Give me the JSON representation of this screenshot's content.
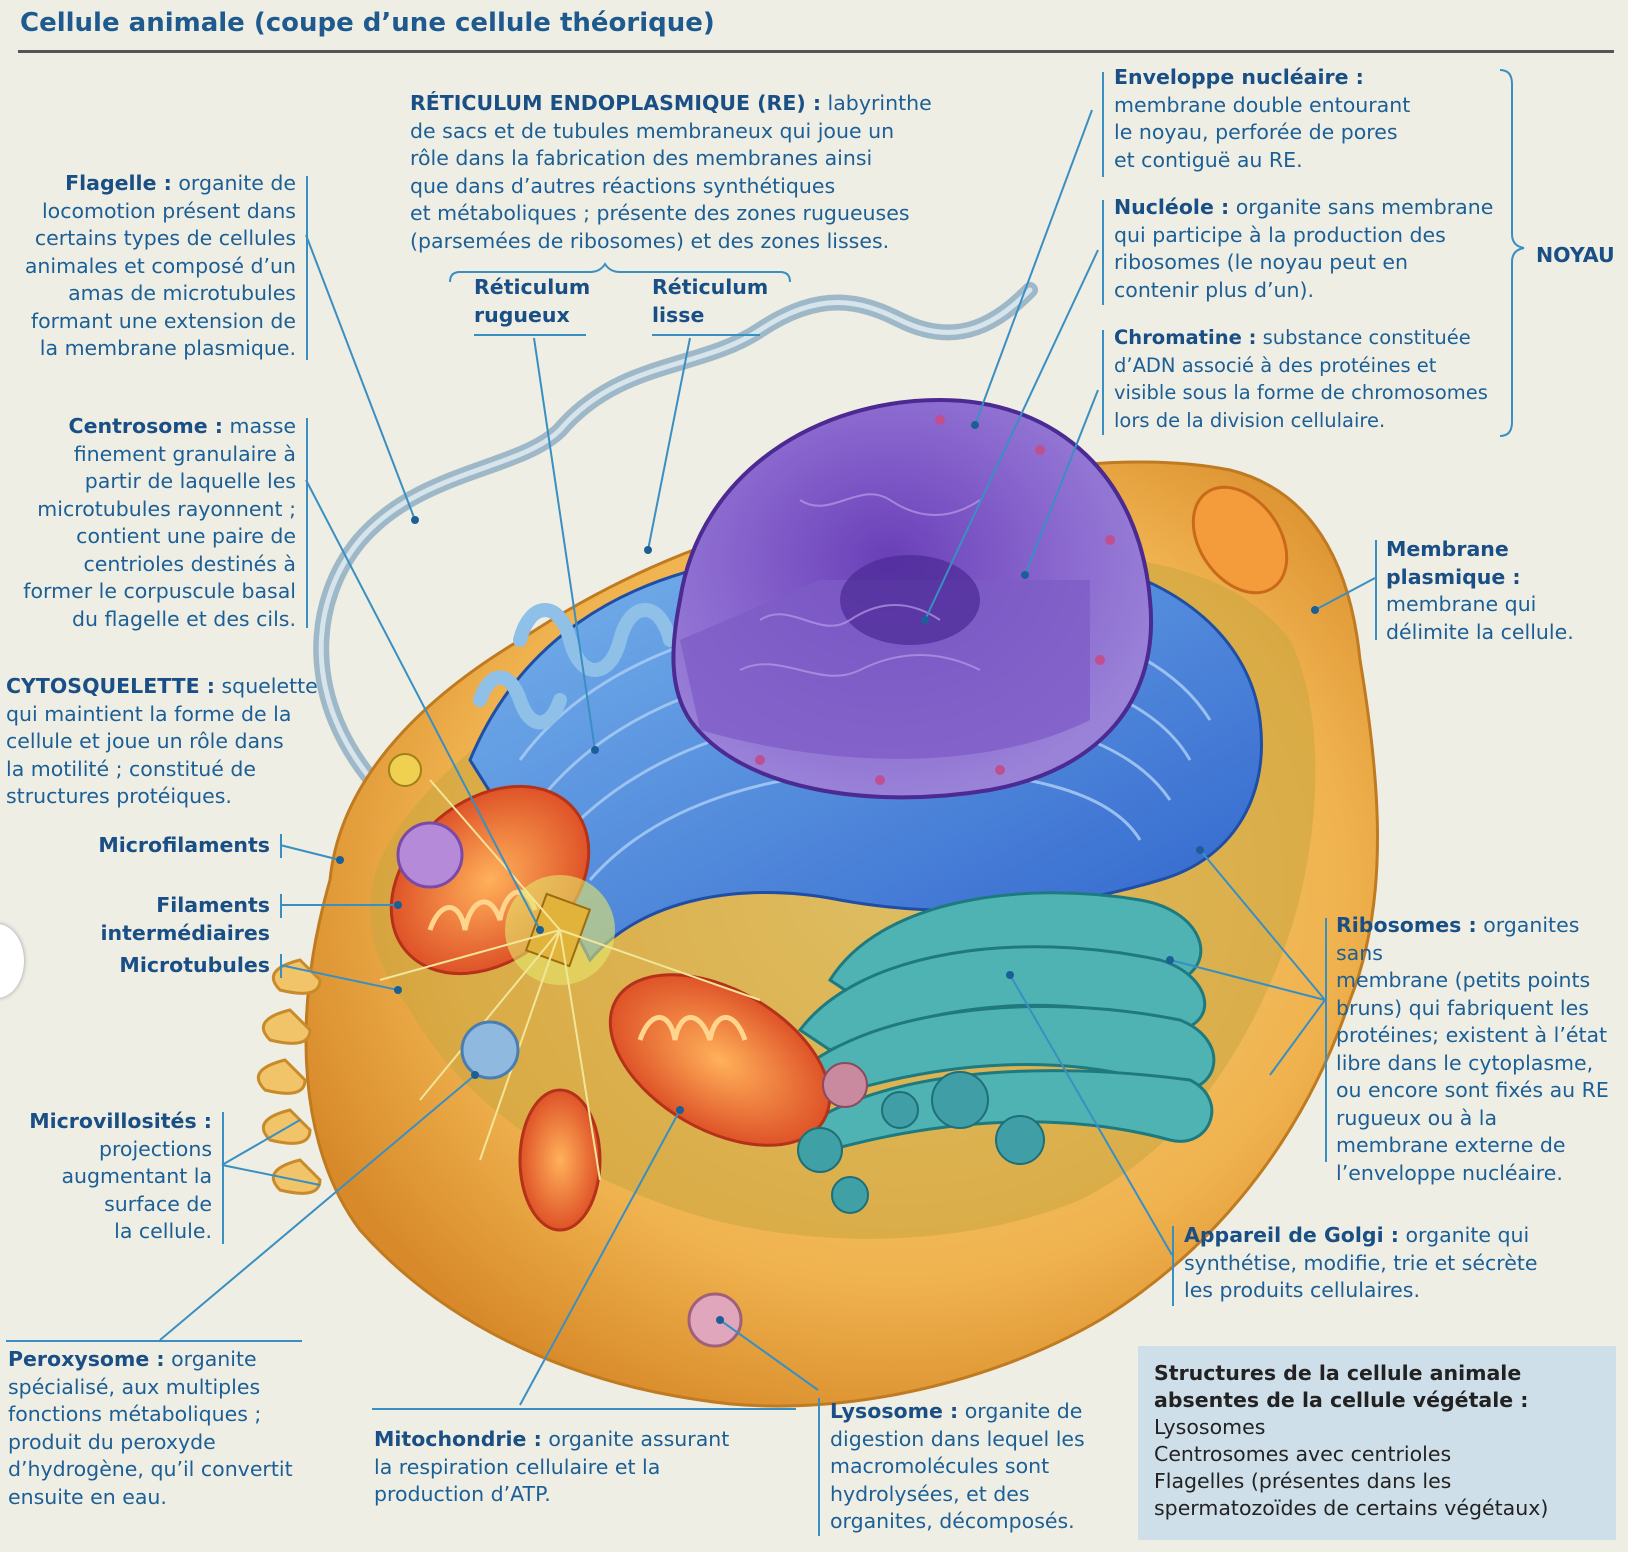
{
  "title": "Cellule animale (coupe d’une cellule théorique)",
  "labels": {
    "flagelle": {
      "term": "Flagelle :",
      "text": " organite de\nlocomotion présent dans\ncertains types de cellules\nanimales et composé d’un\namas de microtubules\nformant une extension de\nla membrane plasmique."
    },
    "centrosome": {
      "term": "Centrosome :",
      "text": " masse\nfinement granulaire à\npartir de laquelle les\nmicrotubules rayonnent ;\ncontient une paire de\ncentrioles destinés à\nformer le corpuscule basal\ndu flagelle et des cils."
    },
    "cytosquelette": {
      "term": "CYTOSQUELETTE :",
      "text": " squelette\nqui maintient la forme de la\ncellule et joue un rôle dans\nla motilité ; constitué de\nstructures protéiques."
    },
    "microfilaments": "Microfilaments",
    "filaments_inter": "Filaments intermédiaires",
    "microtubules": "Microtubules",
    "microvillosites": {
      "term": "Microvillosités :",
      "text": "\nprojections\naugmentant la\nsurface de\nla cellule."
    },
    "peroxysome": {
      "term": "Peroxysome :",
      "text": " organite\nspécialisé, aux multiples\nfonctions métaboliques ;\nproduit du peroxyde\nd’hydrogène, qu’il convertit\nensuite en eau."
    },
    "mitochondrie": {
      "term": "Mitochondrie :",
      "text": " organite assurant\nla respiration cellulaire et la\nproduction d’ATP."
    },
    "lysosome": {
      "term": "Lysosome :",
      "text": " organite de\ndigestion dans lequel les\nmacromolécules sont\nhydrolysées, et des\norganites, décomposés."
    },
    "re": {
      "term": "RÉTICULUM ENDOPLASMIQUE (RE) :",
      "text": " labyrinthe\nde sacs et de tubules membraneux qui joue un\nrôle dans la fabrication des membranes ainsi\nque dans d’autres réactions synthétiques\net métaboliques ; présente des zones rugueuses\n(parsemées de ribosomes) et des zones lisses."
    },
    "re_rugueux": "Réticulum\nrugueux",
    "re_lisse": "Réticulum\nlisse",
    "enveloppe": {
      "term": "Enveloppe nucléaire :",
      "text": "\nmembrane double entourant\nle noyau, perforée de pores\net contiguë au RE."
    },
    "nucleole": {
      "term": "Nucléole :",
      "text": " organite sans membrane\nqui participe à la production des\nribosomes (le noyau peut en\ncontenir plus d’un)."
    },
    "chromatine": {
      "term": "Chromatine :",
      "text": " substance constituée\nd’ADN associé à des protéines et\nvisible sous la forme de chromosomes\nlors de la division cellulaire."
    },
    "noyau": "NOYAU",
    "membrane": {
      "term": "Membrane\nplasmique :",
      "text": "\nmembrane qui\ndélimite la cellule."
    },
    "ribosomes": {
      "term": "Ribosomes :",
      "text": " organites sans\nmembrane (petits points\nbruns) qui fabriquent les\nprotéines; existent à l’état\nlibre dans le cytoplasme,\nou encore sont fixés au RE\nrugueux ou à la\nmembrane externe de\nl’enveloppe nucléaire."
    },
    "golgi": {
      "term": "Appareil de Golgi :",
      "text": " organite qui\nsynthétise, modifie, trie et sécrète\nles produits cellulaires."
    }
  },
  "infobox": {
    "heading": "Structures de la cellule animale absentes de la cellule végétale :",
    "items": "Lysosomes\nCentrosomes avec centrioles\nFlagelles (présentes dans les\nspermatozoïdes de certains végétaux)"
  },
  "colors": {
    "accent": "#1c5f96",
    "leader": "#3a8fc2",
    "box": "#cfdfe9"
  }
}
